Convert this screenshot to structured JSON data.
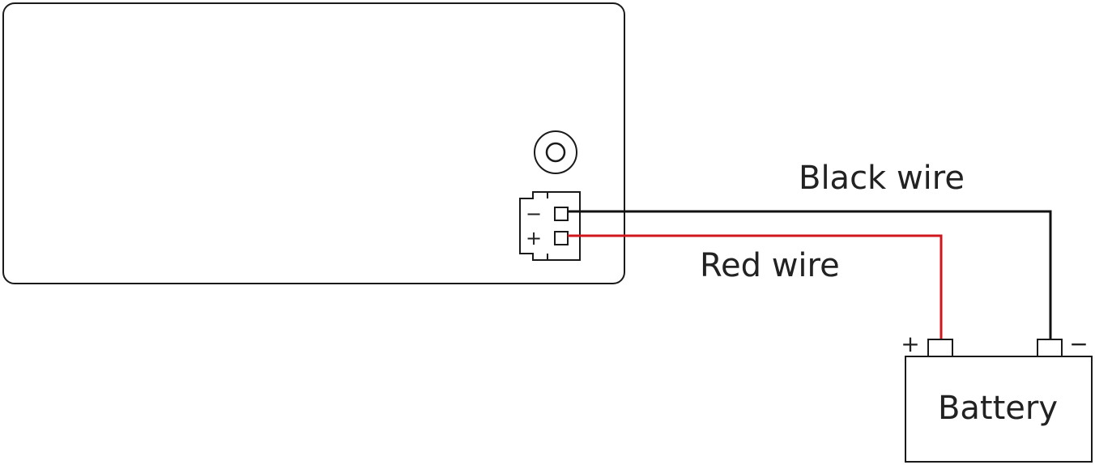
{
  "labels": {
    "black_wire": "Black wire",
    "red_wire": "Red wire",
    "battery": "Battery",
    "connector_negative": "−",
    "connector_positive": "+",
    "battery_positive": "+",
    "battery_negative": "−"
  },
  "colors": {
    "outline": "#1a1a1a",
    "black_wire": "#111111",
    "red_wire": "#d0161d",
    "text": "#222222"
  }
}
